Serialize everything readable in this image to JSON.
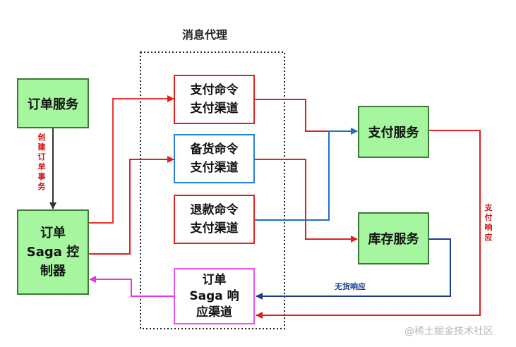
{
  "diagram": {
    "title": "消息代理",
    "nodes": {
      "order_service": "订单服务",
      "saga_orchestrator": "订单\nSaga 控\n制器",
      "payment_service": "支付服务",
      "inventory_service": "库存服务",
      "payment_command_channel": "支付命令\n支付渠道",
      "reserve_command_channel": "备货命令\n支付渠道",
      "refund_command_channel": "退款命令\n支付渠道",
      "saga_reply_channel": "订单\nSaga 响\n应渠道"
    },
    "edge_labels": {
      "create_order_transaction": "创建订单事务",
      "payment_response": "支付响应",
      "no_inventory_response": "无货响应"
    },
    "watermark": "@稀土掘金技术社区"
  }
}
